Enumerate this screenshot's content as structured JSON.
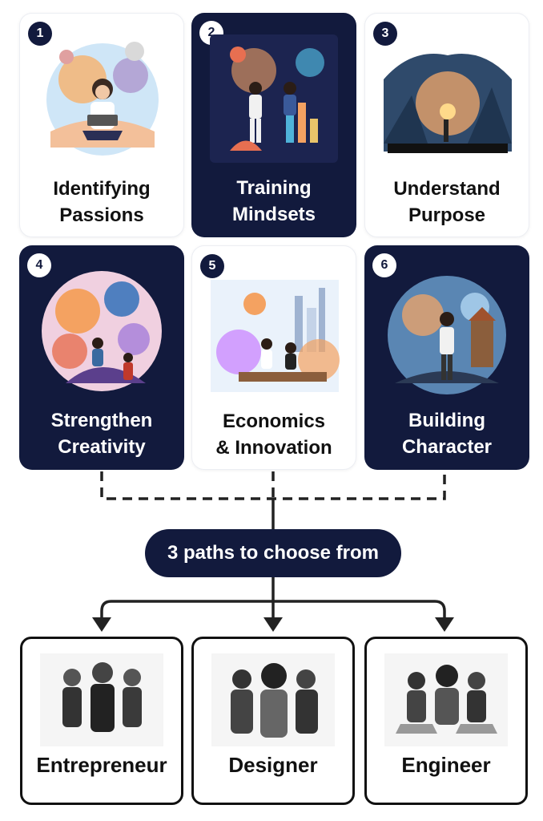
{
  "steps": [
    {
      "number": "1",
      "line1": "Identifying",
      "line2": "Passions",
      "theme": "light"
    },
    {
      "number": "2",
      "line1": "Training",
      "line2": "Mindsets",
      "theme": "dark"
    },
    {
      "number": "3",
      "line1": "Understand",
      "line2": "Purpose",
      "theme": "light"
    },
    {
      "number": "4",
      "line1": "Strengthen",
      "line2": "Creativity",
      "theme": "dark"
    },
    {
      "number": "5",
      "line1": "Economics",
      "line2": "& Innovation",
      "theme": "light"
    },
    {
      "number": "6",
      "line1": "Building",
      "line2": "Character",
      "theme": "dark"
    }
  ],
  "paths_label": "3 paths to choose from",
  "careers": [
    {
      "label": "Entrepreneur"
    },
    {
      "label": "Designer"
    },
    {
      "label": "Engineer"
    }
  ],
  "colors": {
    "navy": "#121a3d",
    "white": "#ffffff",
    "line": "#222222"
  }
}
